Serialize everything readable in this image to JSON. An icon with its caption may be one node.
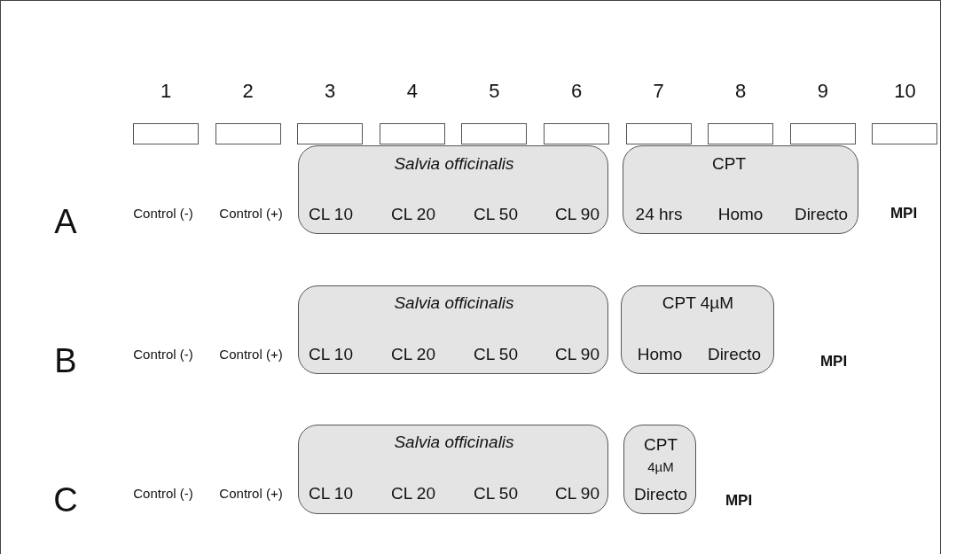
{
  "diagram": {
    "nodes": [
      {
        "text": [
          "1"
        ]
      },
      {
        "text": [
          "2"
        ]
      },
      {
        "text": [
          "3"
        ]
      },
      {
        "text": [
          "4"
        ]
      },
      {
        "text": [
          "5"
        ]
      },
      {
        "text": [
          "6"
        ]
      },
      {
        "text": [
          "7"
        ]
      },
      {
        "text": [
          "8"
        ]
      },
      {
        "text": [
          "9"
        ]
      },
      {
        "text": [
          "10"
        ]
      },
      {
        "text": [
          "Salvia officinalis",
          "CL 10",
          "CL 20",
          "CL 50",
          "CL 90"
        ]
      },
      {
        "text": [
          "CPT",
          "24 hrs",
          "Homo",
          "Directo"
        ]
      },
      {
        "text": [
          "Salvia officinalis",
          "CL 10",
          "CL 20",
          "CL 50",
          "CL 90"
        ]
      },
      {
        "text": [
          "CPT 4µM",
          "Homo",
          "Directo"
        ]
      },
      {
        "text": [
          "Salvia officinalis",
          "CL 10",
          "CL 20",
          "CL 50",
          "CL 90"
        ]
      },
      {
        "text": [
          "CPT",
          "4µM",
          "Directo"
        ]
      }
    ],
    "labels": [
      "A",
      "Control (-)",
      "Control (+)",
      "MPI",
      "B",
      "Control (-)",
      "Control (+)",
      "MPI",
      "C",
      "Control (-)",
      "Control (+)",
      "MPI"
    ]
  }
}
